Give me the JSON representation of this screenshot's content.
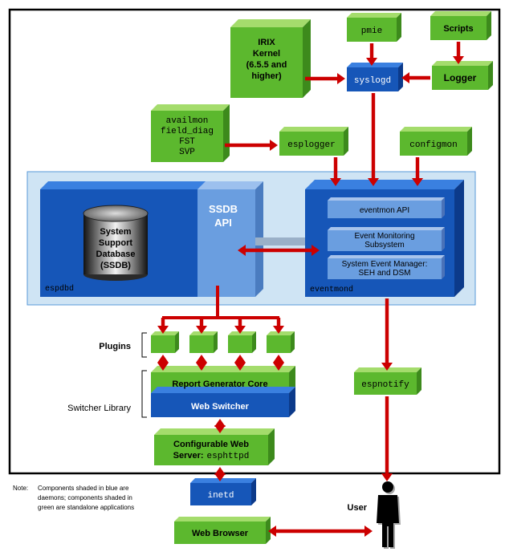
{
  "colors": {
    "green": "#5cb82e",
    "green_top": "#a4dc6c",
    "green_side": "#3d8a1c",
    "blue": "#1656b8",
    "blue_top": "#3a80e0",
    "blue_side": "#0c3a8a",
    "api_blue": "#6a9ee0",
    "panel": "#cfe4f4",
    "arrow": "#cc0000"
  },
  "nodes": {
    "pmie": "pmie",
    "scripts": "Scripts",
    "irix_kernel": [
      "IRIX",
      "Kernel",
      "(6.5.5 and",
      "higher)"
    ],
    "syslogd": "syslogd",
    "logger": "Logger",
    "availmon": [
      "availmon",
      "field_diag",
      "FST",
      "SVP"
    ],
    "esplogger": "esplogger",
    "configmon": "configmon",
    "ssdb_api": [
      "SSDB",
      "API"
    ],
    "ssdb_db": [
      "System",
      "Support",
      "Database",
      "(SSDB)"
    ],
    "espdbd": "espdbd",
    "eventmon_api": "eventmon API",
    "event_monitoring": [
      "Event Monitoring",
      "Subsystem"
    ],
    "system_event_manager": [
      "System Event Manager:",
      "SEH and DSM"
    ],
    "eventmond": "eventmond",
    "plugins_label": "Plugins",
    "switcher_library_label": "Switcher Library",
    "report_generator": "Report Generator Core",
    "web_switcher": "Web Switcher",
    "web_server": [
      "Configurable Web",
      "Server:"
    ],
    "web_server_cmd": "esphttpd",
    "espnotify": "espnotify",
    "inetd": "inetd",
    "web_browser": "Web Browser",
    "user_label": "User",
    "note_prefix": "Note:",
    "note": [
      "Components shaded in blue are",
      "daemons; components shaded in",
      "green are standalone applications"
    ]
  }
}
